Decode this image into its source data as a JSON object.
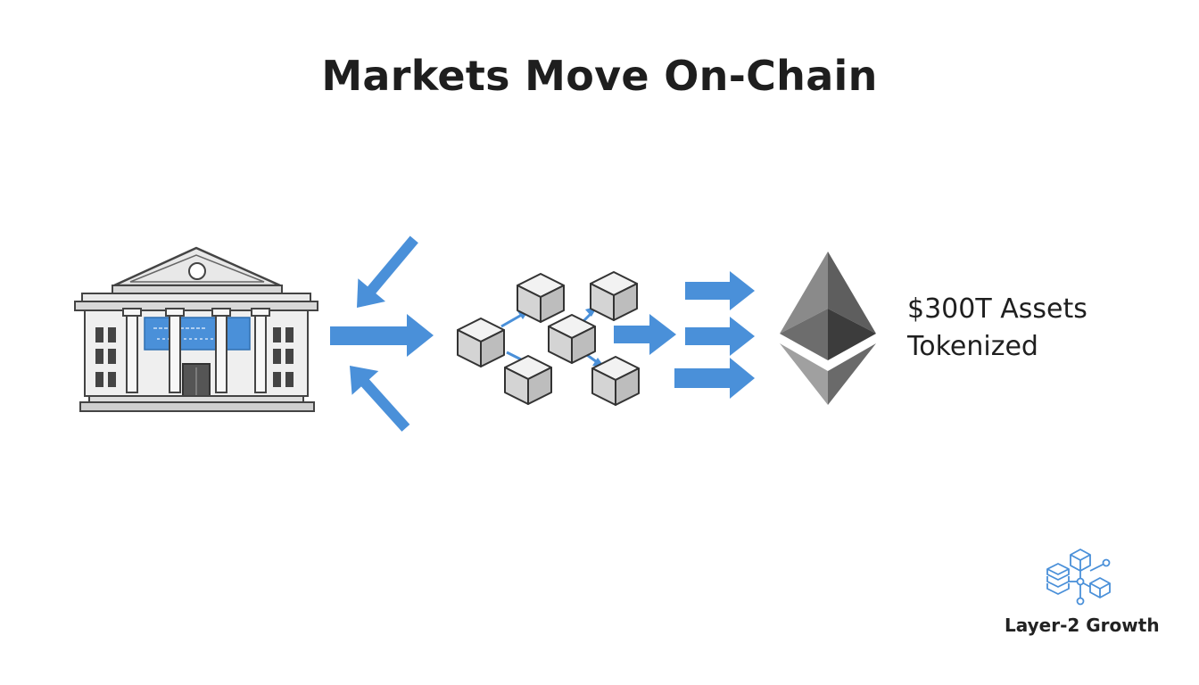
{
  "title": "Markets Move On-Chain",
  "callout": {
    "line1": "$300T Assets",
    "line2": "Tokenized"
  },
  "badge": {
    "label": "Layer-2 Growth",
    "icon": "layer2-network-icon"
  },
  "icons": {
    "bank": "bank-building-icon",
    "blockchain": "blockchain-network-icon",
    "ethereum": "ethereum-logo-icon"
  },
  "colors": {
    "arrow": "#4a90d9",
    "title": "#1e1e1e",
    "block_fill": "#e4e4e4",
    "block_stroke": "#3a3a3a",
    "eth_dark": "#3c3c3c",
    "eth_light": "#8a8a8a"
  }
}
